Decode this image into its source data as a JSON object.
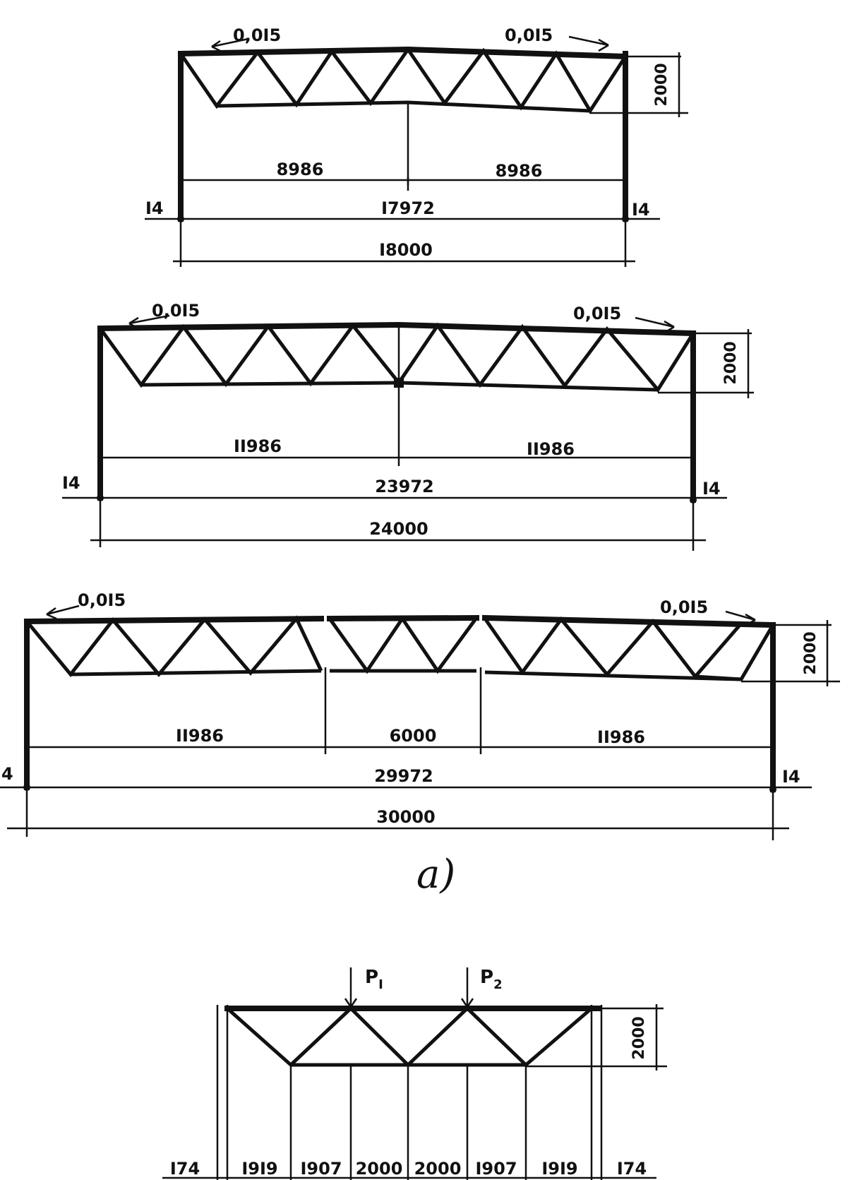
{
  "truss_a1": {
    "slope_left": "0,0I5",
    "slope_right": "0,0I5",
    "height": "2000",
    "half_left": "8986",
    "half_right": "8986",
    "clear_span": "I7972",
    "span": "I8000",
    "support_left": "I4",
    "support_right": "I4"
  },
  "truss_a2": {
    "slope_left": "0,0I5",
    "slope_right": "0,0I5",
    "height": "2000",
    "half_left": "II986",
    "half_right": "II986",
    "clear_span": "23972",
    "span": "24000",
    "support_left": "I4",
    "support_right": "I4"
  },
  "truss_a3": {
    "slope_left": "0,0I5",
    "slope_right": "0,0I5",
    "height": "2000",
    "part_left": "II986",
    "part_mid": "6000",
    "part_right": "II986",
    "clear_span": "29972",
    "span": "30000",
    "support_left": "4",
    "support_right": "I4"
  },
  "caption_a": "a)",
  "truss_b": {
    "load_1": "P",
    "load_1_sub": "I",
    "load_2": "P",
    "load_2_sub": "2",
    "height": "2000",
    "panels": [
      "I74",
      "I9I9",
      "I907",
      "2000",
      "2000",
      "I907",
      "I9I9",
      "I74"
    ]
  }
}
